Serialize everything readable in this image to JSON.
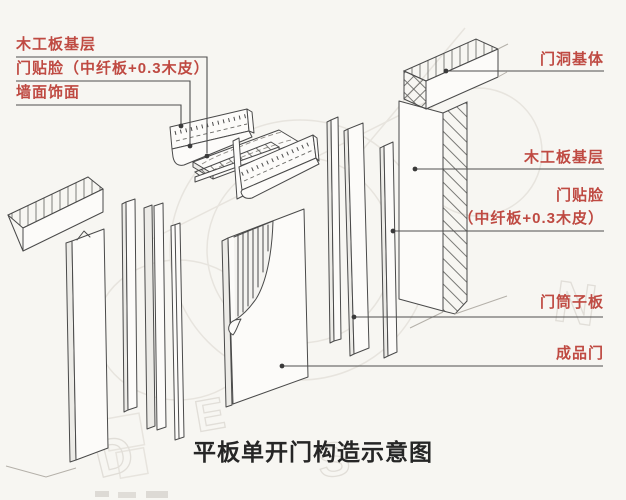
{
  "title": {
    "text": "平板单开门构造示意图"
  },
  "callouts": {
    "left": [
      {
        "label": "木工板基层"
      },
      {
        "label": "门贴脸（中纤板+0.3木皮）"
      },
      {
        "label": "墙面饰面"
      }
    ],
    "right": [
      {
        "label": "门洞基体"
      },
      {
        "label": "木工板基层"
      },
      {
        "label": "门贴脸"
      },
      {
        "label": "（中纤板+0.3木皮）"
      },
      {
        "label": "门筒子板"
      },
      {
        "label": "成品门"
      }
    ]
  },
  "colors": {
    "callout_red": "#bf4a42",
    "line_dark": "#4a4a4a",
    "title_black": "#262626",
    "background": "#f7f6f2"
  }
}
